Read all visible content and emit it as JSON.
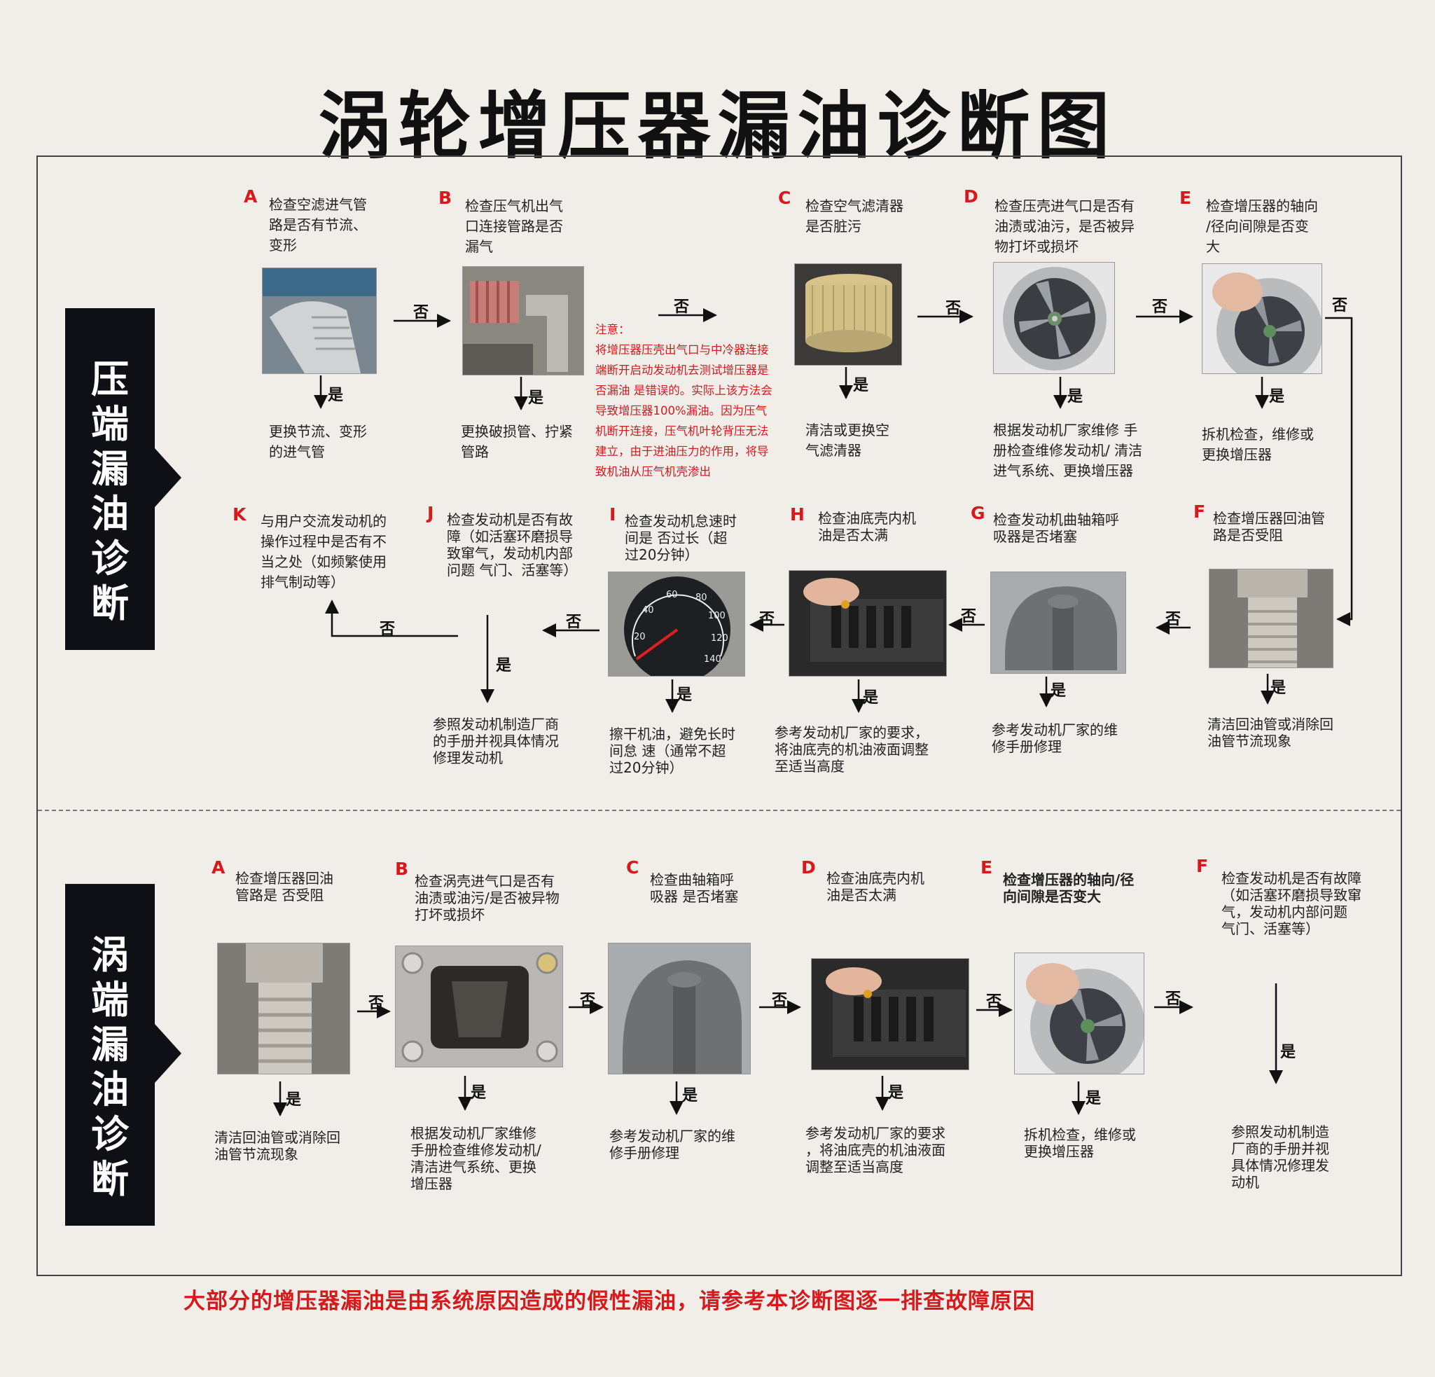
{
  "title": "涡轮增压器漏油诊断图",
  "labels": {
    "yes": "是",
    "no": "否"
  },
  "colors": {
    "accent": "#d7191c",
    "label_bg": "#0f0f16",
    "background": "#f1eeea"
  },
  "compressor": {
    "side_label": [
      "压",
      "端",
      "漏",
      "油",
      "诊",
      "断"
    ],
    "steps": {
      "A": {
        "letter": "A",
        "check": "检查空滤进气管\n路是否有节流、\n变形",
        "action": "更换节流、变形\n的进气管"
      },
      "B": {
        "letter": "B",
        "check": "检查压气机出气\n口连接管路是否\n漏气",
        "action": "更换破损管、拧紧\n管路"
      },
      "C": {
        "letter": "C",
        "check": "检查空气滤清器\n是否脏污",
        "action": "清洁或更换空\n气滤清器"
      },
      "D": {
        "letter": "D",
        "check": "检查压壳进气口是否有\n油渍或油污，是否被异\n物打坏或损坏",
        "action": "根据发动机厂家维修 手\n册检查维修发动机/ 清洁\n进气系统、更换增压器"
      },
      "E": {
        "letter": "E",
        "check": "检查增压器的轴向\n/径向间隙是否变\n大",
        "action": "拆机检查，维修或\n更换增压器"
      },
      "F": {
        "letter": "F",
        "check": "检查增压器回油管\n路是否受阻",
        "action": "清洁回油管或消除回\n油管节流现象"
      },
      "G": {
        "letter": "G",
        "check": "检查发动机曲轴箱呼\n吸器是否堵塞",
        "action": "参考发动机厂家的维\n修手册修理"
      },
      "H": {
        "letter": "H",
        "check": "检查油底壳内机\n油是否太满",
        "action": "参考发动机厂家的要求，\n将油底壳的机油液面调整\n至适当高度"
      },
      "I": {
        "letter": "I",
        "check": "检查发动机怠速时\n间是 否过长（超\n过20分钟）",
        "action": "擦干机油，避免长时\n间怠 速（通常不超\n过20分钟）"
      },
      "J": {
        "letter": "J",
        "check": "检查发动机是否有故\n障（如活塞环磨损导\n致窜气，发动机内部\n问题 气门、活塞等）",
        "action": "参照发动机制造厂商\n的手册并视具体情况\n修理发动机"
      },
      "K": {
        "letter": "K",
        "check": "与用户交流发动机的\n操作过程中是否有不\n当之处（如频繁使用\n排气制动等）"
      }
    },
    "note": "注意：\n将增压器压壳出气口与中冷器连接\n端断开启动发动机去测试增压器是\n否漏油 是错误的。实际上该方法会\n导致增压器100%漏油。因为压气\n机断开连接，压气机叶轮背压无法\n建立，由于进油压力的作用，将导\n致机油从压气机壳渗出"
  },
  "turbine": {
    "side_label": [
      "涡",
      "端",
      "漏",
      "油",
      "诊",
      "断"
    ],
    "steps": {
      "A": {
        "letter": "A",
        "check": "检查增压器回油\n管路是 否受阻",
        "action": "清洁回油管或消除回\n油管节流现象"
      },
      "B": {
        "letter": "B",
        "check": "检查涡壳进气口是否有\n油渍或油污/是否被异物\n打坏或损坏",
        "action": "根据发动机厂家维修\n手册检查维修发动机/\n清洁进气系统、更换\n增压器"
      },
      "C": {
        "letter": "C",
        "check": "检查曲轴箱呼\n吸器 是否堵塞",
        "action": "参考发动机厂家的维\n修手册修理"
      },
      "D": {
        "letter": "D",
        "check": "检查油底壳内机\n油是否太满",
        "action": "参考发动机厂家的要求\n，将油底壳的机油液面\n调整至适当高度"
      },
      "E": {
        "letter": "E",
        "check": "检查增压器的轴向/径\n向间隙是否变大",
        "action": "拆机检查，维修或\n更换增压器"
      },
      "F": {
        "letter": "F",
        "check": "检查发动机是否有故障\n（如活塞环磨损导致窜\n气，发动机内部问题\n气门、活塞等）",
        "action": "参照发动机制造\n厂商的手册并视\n具体情况修理发\n动机"
      }
    }
  },
  "bottom_note": "大部分的增压器漏油是由系统原因造成的假性漏油，请参考本诊断图逐一排查故障原因"
}
